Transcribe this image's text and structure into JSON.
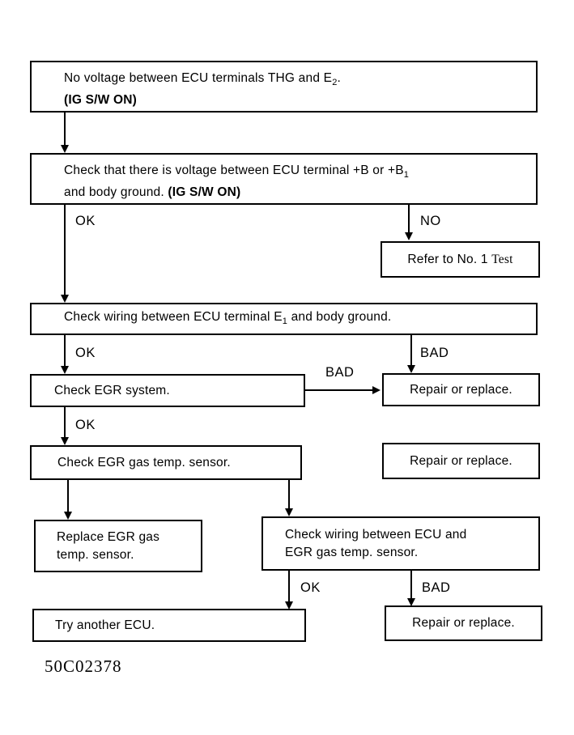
{
  "page": {
    "background": "#ffffff",
    "ink": "#000000"
  },
  "nodes": {
    "box1": {
      "line1_pre": "No voltage between ECU terminals THG and E",
      "line1_sub": "2",
      "line1_post": ".",
      "line2_bold": "(IG S/W ON)"
    },
    "box2": {
      "line1_pre": "Check that there is voltage between ECU terminal +B or +B",
      "line1_sub": "1",
      "line2_pre": "and body ground. ",
      "line2_bold": "(IG S/W ON)"
    },
    "refer": {
      "pre": "Refer to No. 1 ",
      "serif_word": "Test"
    },
    "box3": {
      "pre": "Check wiring between ECU terminal E",
      "sub": "1",
      "post": " and body ground."
    },
    "box4": {
      "label": "Check EGR system."
    },
    "repair1": {
      "label": "Repair or replace."
    },
    "box5": {
      "label": "Check EGR gas temp. sensor."
    },
    "repair2": {
      "label": "Repair or replace."
    },
    "box6": {
      "line1": "Replace EGR gas",
      "line2": "temp. sensor."
    },
    "box7": {
      "line1": "Check wiring between ECU and",
      "line2": "EGR gas temp. sensor."
    },
    "box8": {
      "label": "Try another ECU."
    },
    "repair3": {
      "label": "Repair or replace."
    }
  },
  "edge_labels": {
    "ok1": "OK",
    "no1": "NO",
    "ok2": "OK",
    "bad1": "BAD",
    "bad2": "BAD",
    "ok3": "OK",
    "ok4": "OK",
    "bad3": "BAD"
  },
  "footer": {
    "code": "50C02378"
  }
}
